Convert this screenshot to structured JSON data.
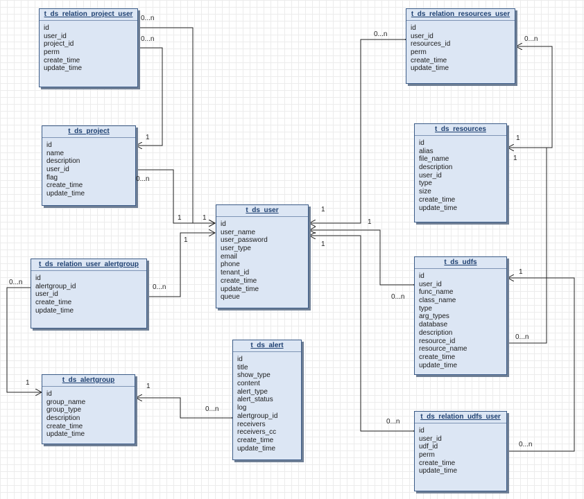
{
  "entities": {
    "relation_project_user": {
      "name": "t_ds_relation_project_user",
      "fields": [
        "id",
        "user_id",
        "project_id",
        "perm",
        "create_time",
        "update_time"
      ]
    },
    "project": {
      "name": "t_ds_project",
      "fields": [
        "id",
        "name",
        "description",
        "user_id",
        "flag",
        "create_time",
        "update_time"
      ]
    },
    "relation_user_alertgroup": {
      "name": "t_ds_relation_user_alertgroup",
      "fields": [
        "id",
        "alertgroup_id",
        "user_id",
        "create_time",
        "update_time"
      ]
    },
    "alertgroup": {
      "name": "t_ds_alertgroup",
      "fields": [
        "id",
        "group_name",
        "group_type",
        "description",
        "create_time",
        "update_time"
      ]
    },
    "user": {
      "name": "t_ds_user",
      "fields": [
        "id",
        "user_name",
        "user_password",
        "user_type",
        "email",
        "phone",
        "tenant_id",
        "create_time",
        "update_time",
        "queue"
      ]
    },
    "alert": {
      "name": "t_ds_alert",
      "fields": [
        "id",
        "title",
        "show_type",
        "content",
        "alert_type",
        "alert_status",
        "log",
        "alertgroup_id",
        "receivers",
        "receivers_cc",
        "create_time",
        "update_time"
      ]
    },
    "relation_resources_user": {
      "name": "t_ds_relation_resources_user",
      "fields": [
        "id",
        "user_id",
        "resources_id",
        "perm",
        "create_time",
        "update_time"
      ]
    },
    "resources": {
      "name": "t_ds_resources",
      "fields": [
        "id",
        "alias",
        "file_name",
        "description",
        "user_id",
        "type",
        "size",
        "create_time",
        "update_time"
      ]
    },
    "udfs": {
      "name": "t_ds_udfs",
      "fields": [
        "id",
        "user_id",
        "func_name",
        "class_name",
        "type",
        "arg_types",
        "database",
        "description",
        "resource_id",
        "resource_name",
        "create_time",
        "update_time"
      ]
    },
    "relation_udfs_user": {
      "name": "t_ds_relation_udfs_user",
      "fields": [
        "id",
        "user_id",
        "udf_id",
        "perm",
        "create_time",
        "update_time"
      ]
    }
  },
  "multiplicities": {
    "m_rpu_user": "0...n",
    "m_rpu_project": "0...n",
    "m_project_rpu": "1",
    "m_project_user": "0...n",
    "m_user_from_project": "1",
    "m_user_from_rpu": "1",
    "m_user_from_rua": "1",
    "m_rua_user": "0...n",
    "m_rua_alertgroup": "0...n",
    "m_alertgroup_from_rua": "1",
    "m_alertgroup_from_alert": "1",
    "m_alert_alertgroup": "0...n",
    "m_rru_user": "0...n",
    "m_rru_resources": "0...n",
    "m_user_from_rru": "1",
    "m_user_from_udfs": "1",
    "m_user_from_rudu": "1",
    "m_resources_to_rru": "1",
    "m_resources_to_udfs": "1",
    "m_udfs_user": "0...n",
    "m_udfs_resources": "0...n",
    "m_udfs_from_rudu": "1",
    "m_rudu_user": "0...n",
    "m_rudu_udfs": "0...n"
  }
}
